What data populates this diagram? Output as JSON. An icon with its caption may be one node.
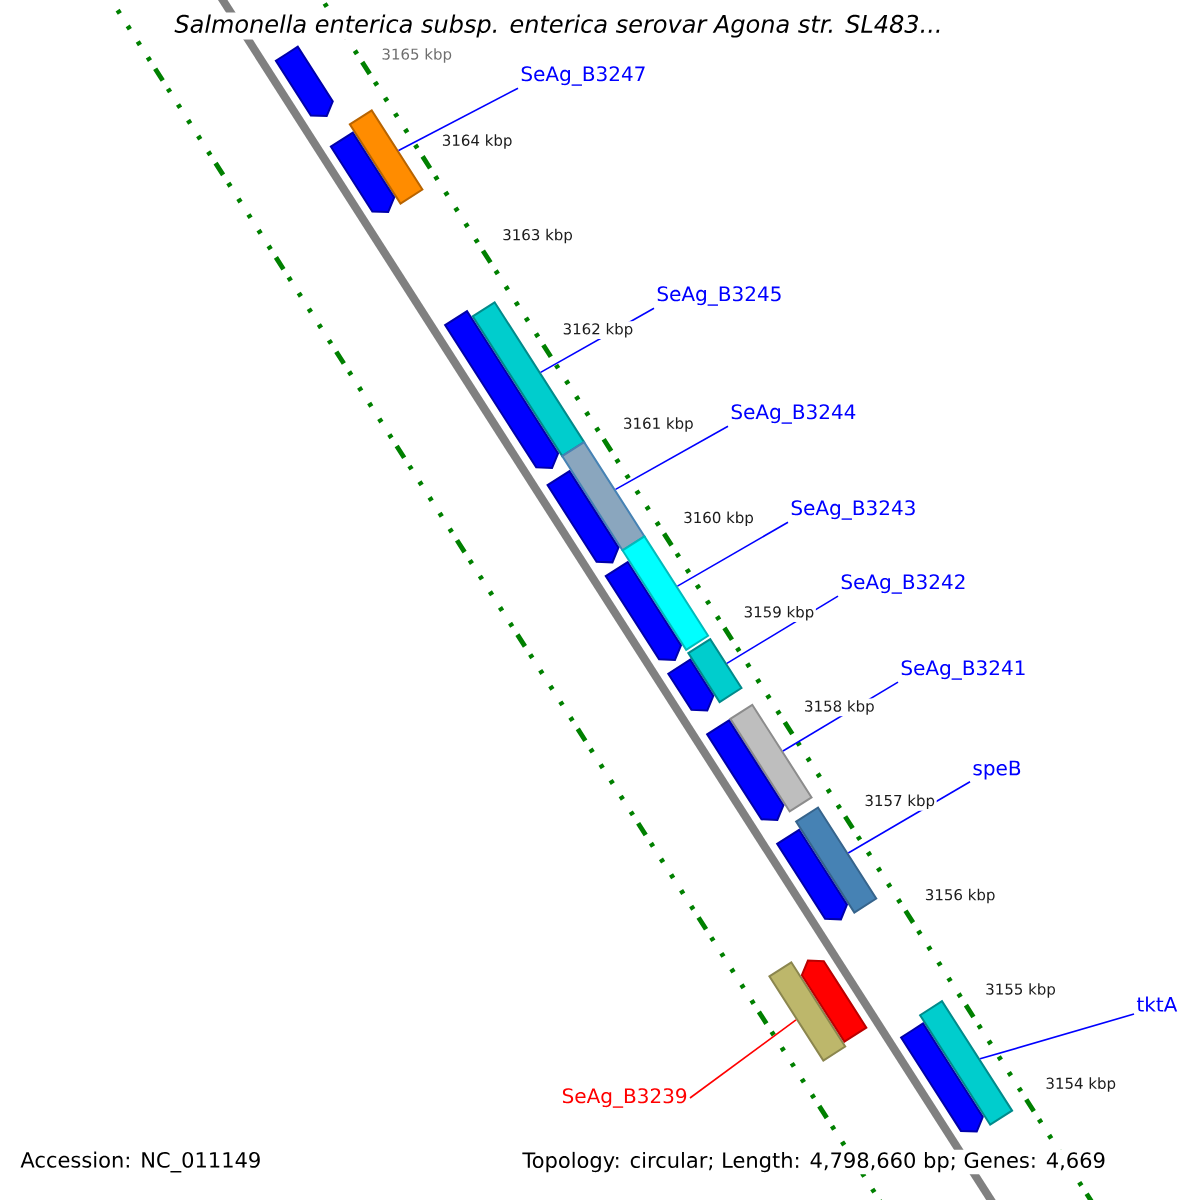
{
  "diagram": {
    "title": "Salmonella enterica subsp. enterica serovar Agona str. SL483...",
    "nodes": [
      {
        "text": [
          "SeAg_B3247"
        ]
      },
      {
        "text": [
          "SeAg_B3245"
        ]
      },
      {
        "text": [
          "SeAg_B3244"
        ]
      },
      {
        "text": [
          "SeAg_B3243"
        ]
      },
      {
        "text": [
          "SeAg_B3242"
        ]
      },
      {
        "text": [
          "SeAg_B3241"
        ]
      },
      {
        "text": [
          "speB"
        ]
      },
      {
        "text": [
          "tktA"
        ]
      },
      {
        "text": [
          "SeAg_B3239"
        ]
      },
      {
        "text": [],
        "shape": "pentagon"
      },
      {
        "text": [],
        "shape": "bar"
      },
      {
        "text": [],
        "shape": "pentagon"
      },
      {
        "text": [],
        "shape": "bar"
      },
      {
        "text": [],
        "shape": "pentagon"
      },
      {
        "text": [],
        "shape": "bar"
      },
      {
        "text": [],
        "shape": "pentagon"
      },
      {
        "text": [],
        "shape": "bar"
      },
      {
        "text": [],
        "shape": "pentagon"
      },
      {
        "text": [],
        "shape": "bar"
      },
      {
        "text": [],
        "shape": "pentagon"
      },
      {
        "text": [],
        "shape": "bar"
      },
      {
        "text": [],
        "shape": "pentagon"
      },
      {
        "text": [],
        "shape": "bar"
      },
      {
        "text": [],
        "shape": "pentagon"
      },
      {
        "text": [],
        "shape": "bar"
      },
      {
        "text": [],
        "shape": "pentagon"
      },
      {
        "text": [],
        "shape": "bar"
      },
      {
        "text": [],
        "shape": "pentagon"
      }
    ],
    "edges": [
      {
        "from": 0,
        "to": 10,
        "arrow": "none"
      },
      {
        "from": 1,
        "to": 12,
        "arrow": "none"
      },
      {
        "from": 2,
        "to": 14,
        "arrow": "none"
      },
      {
        "from": 3,
        "to": 16,
        "arrow": "none"
      },
      {
        "from": 4,
        "to": 18,
        "arrow": "none"
      },
      {
        "from": 5,
        "to": 20,
        "arrow": "none"
      },
      {
        "from": 6,
        "to": 22,
        "arrow": "none"
      },
      {
        "from": 7,
        "to": 26,
        "arrow": "none"
      },
      {
        "from": 8,
        "to": 24,
        "arrow": "none",
        "color": "#ff0000"
      }
    ],
    "labels": [
      "3165 kbp",
      "3164 kbp",
      "3163 kbp",
      "3162 kbp",
      "3161 kbp",
      "3160 kbp",
      "3159 kbp",
      "3158 kbp",
      "3157 kbp",
      "3156 kbp",
      "3155 kbp",
      "3154 kbp",
      "Accession: NC_011149",
      "Topology: circular; Length: 4,798,660 bp; Genes: 4,669"
    ]
  }
}
